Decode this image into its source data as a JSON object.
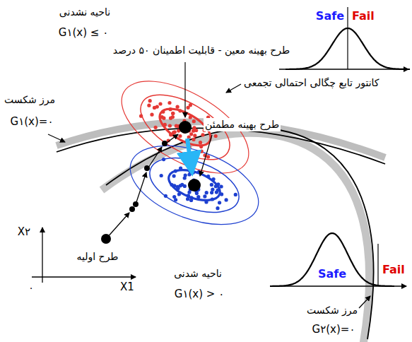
{
  "diagram": {
    "labels": [
      "Safe",
      "Fail",
      "ناحیه نشدنی",
      "G۱(x) ≤ ۰",
      "طرح بهینه معین - قابلیت اطمینان ۵۰ درصد",
      "مرز شکست",
      "کانتور تابع چگالی احتمالی تجمعی",
      "G۱(x)=۰",
      "طرح بهینه مطمئن",
      "Safe",
      "Fail",
      "X۲",
      "طرح اولیه",
      "X1",
      "۰",
      "ناحیه شدنی",
      "G۱(x) > ۰",
      "مرز شکست",
      "G۲(x)=۰"
    ]
  }
}
